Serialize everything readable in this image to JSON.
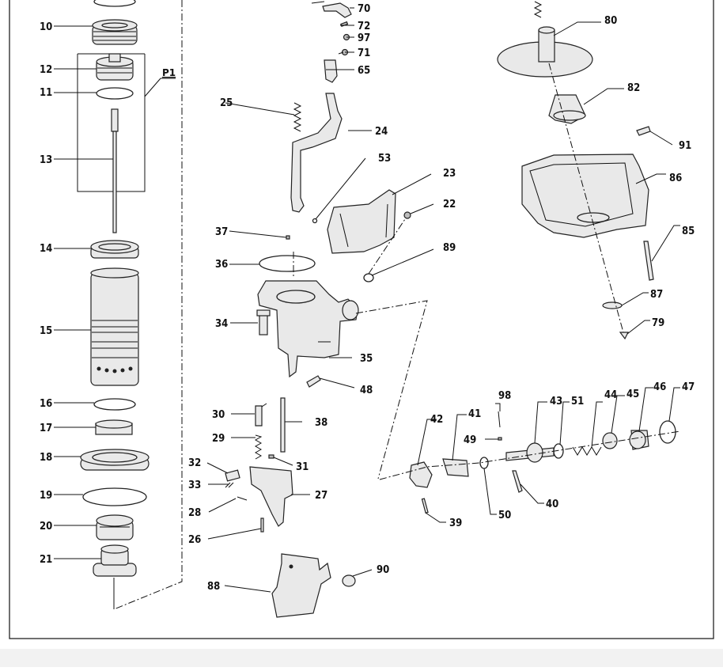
{
  "diagram": {
    "group_label": "P1",
    "labels": {
      "p10": "10",
      "p11": "11",
      "p12": "12",
      "p13": "13",
      "p14": "14",
      "p15": "15",
      "p16": "16",
      "p17": "17",
      "p18": "18",
      "p19": "19",
      "p20": "20",
      "p21": "21",
      "p22": "22",
      "p23": "23",
      "p24": "24",
      "p25": "25",
      "p26": "26",
      "p27": "27",
      "p28": "28",
      "p29": "29",
      "p30": "30",
      "p31": "31",
      "p32": "32",
      "p33": "33",
      "p34": "34",
      "p35": "35",
      "p36": "36",
      "p37": "37",
      "p38": "38",
      "p39": "39",
      "p40": "40",
      "p41": "41",
      "p42": "42",
      "p43": "43",
      "p44": "44",
      "p45": "45",
      "p46": "46",
      "p47": "47",
      "p48": "48",
      "p49": "49",
      "p50": "50",
      "p51": "51",
      "p53": "53",
      "p65": "65",
      "p70": "70",
      "p71": "71",
      "p72": "72",
      "p79": "79",
      "p80": "80",
      "p82": "82",
      "p85": "85",
      "p86": "86",
      "p87": "87",
      "p88": "88",
      "p89": "89",
      "p90": "90",
      "p91": "91",
      "p97": "97",
      "p98": "98"
    }
  }
}
